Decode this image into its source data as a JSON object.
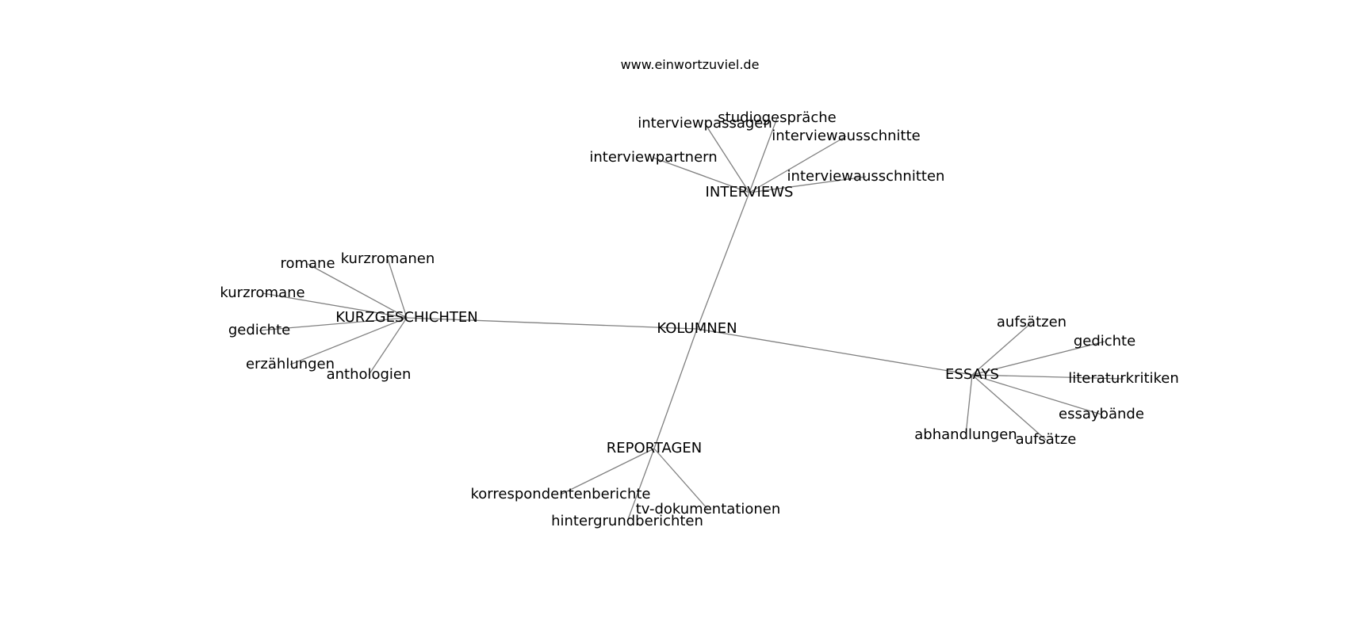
{
  "site": {
    "url": "www.einwortzuviel.de"
  },
  "graph": {
    "nodes": [
      {
        "id": "kolumnen",
        "label": "KOLUMNEN"
      },
      {
        "id": "interviews",
        "label": "INTERVIEWS"
      },
      {
        "id": "kurzgeschichten",
        "label": "KURZGESCHICHTEN"
      },
      {
        "id": "essays",
        "label": "ESSAYS"
      },
      {
        "id": "reportagen",
        "label": "REPORTAGEN"
      },
      {
        "id": "interviewpassagen",
        "label": "interviewpassagen"
      },
      {
        "id": "studiogespraeche",
        "label": "studiogespräche"
      },
      {
        "id": "interviewausschnitte",
        "label": "interviewausschnitte"
      },
      {
        "id": "interviewpartnern",
        "label": "interviewpartnern"
      },
      {
        "id": "interviewausschnitten",
        "label": "interviewausschnitten"
      },
      {
        "id": "romane",
        "label": "romane"
      },
      {
        "id": "kurzromanen",
        "label": "kurzromanen"
      },
      {
        "id": "kurzromane",
        "label": "kurzromane"
      },
      {
        "id": "gedichte-k",
        "label": "gedichte"
      },
      {
        "id": "erzaehlungen",
        "label": "erzählungen"
      },
      {
        "id": "anthologien",
        "label": "anthologien"
      },
      {
        "id": "aufsaetzen",
        "label": "aufsätzen"
      },
      {
        "id": "gedichte-e",
        "label": "gedichte"
      },
      {
        "id": "literaturkritiken",
        "label": "literaturkritiken"
      },
      {
        "id": "essaybaende",
        "label": "essaybände"
      },
      {
        "id": "abhandlungen",
        "label": "abhandlungen"
      },
      {
        "id": "aufsaetze",
        "label": "aufsätze"
      },
      {
        "id": "korrespondentenberichte",
        "label": "korrespondentenberichte"
      },
      {
        "id": "tv-dokumentationen",
        "label": "tv-dokumentationen"
      },
      {
        "id": "hintergrundberichten",
        "label": "hintergrundberichten"
      }
    ],
    "edges": [
      [
        "kolumnen",
        "interviews"
      ],
      [
        "kolumnen",
        "kurzgeschichten"
      ],
      [
        "kolumnen",
        "essays"
      ],
      [
        "kolumnen",
        "reportagen"
      ],
      [
        "interviews",
        "interviewpassagen"
      ],
      [
        "interviews",
        "studiogespraeche"
      ],
      [
        "interviews",
        "interviewausschnitte"
      ],
      [
        "interviews",
        "interviewpartnern"
      ],
      [
        "interviews",
        "interviewausschnitten"
      ],
      [
        "kurzgeschichten",
        "romane"
      ],
      [
        "kurzgeschichten",
        "kurzromanen"
      ],
      [
        "kurzgeschichten",
        "kurzromane"
      ],
      [
        "kurzgeschichten",
        "gedichte-k"
      ],
      [
        "kurzgeschichten",
        "erzaehlungen"
      ],
      [
        "kurzgeschichten",
        "anthologien"
      ],
      [
        "essays",
        "aufsaetzen"
      ],
      [
        "essays",
        "gedichte-e"
      ],
      [
        "essays",
        "literaturkritiken"
      ],
      [
        "essays",
        "essaybaende"
      ],
      [
        "essays",
        "abhandlungen"
      ],
      [
        "essays",
        "aufsaetze"
      ],
      [
        "reportagen",
        "korrespondentenberichte"
      ],
      [
        "reportagen",
        "tv-dokumentationen"
      ],
      [
        "reportagen",
        "hintergrundberichten"
      ]
    ]
  }
}
